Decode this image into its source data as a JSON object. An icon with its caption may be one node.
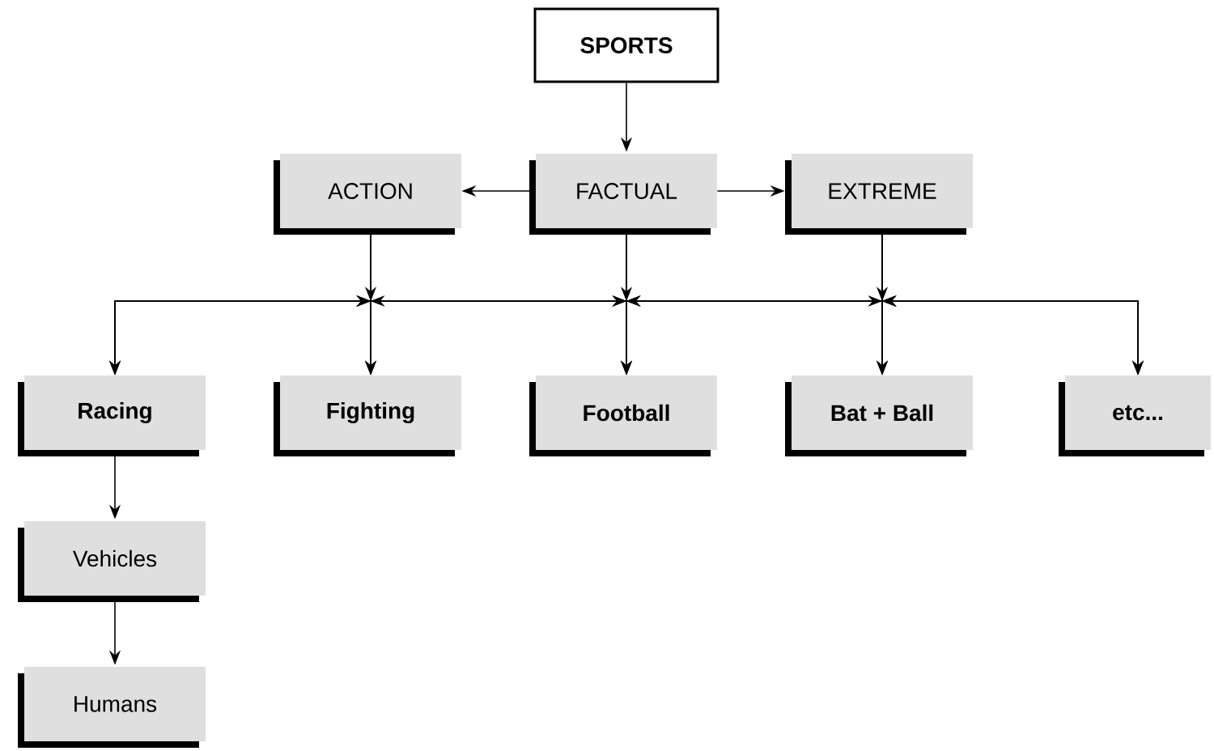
{
  "diagram": {
    "nodes": [
      {
        "text": [
          "SPORTS"
        ]
      },
      {
        "text": [
          "ACTION"
        ]
      },
      {
        "text": [
          "FACTUAL"
        ]
      },
      {
        "text": [
          "EXTREME"
        ]
      },
      {
        "text": [
          "Racing"
        ]
      },
      {
        "text": [
          "Fighting"
        ]
      },
      {
        "text": [
          "Football"
        ]
      },
      {
        "text": [
          "Bat + Ball"
        ]
      },
      {
        "text": [
          "etc..."
        ]
      },
      {
        "text": [
          "Vehicles"
        ]
      },
      {
        "text": [
          "Humans"
        ]
      }
    ],
    "edges": [
      {
        "from": 0,
        "to": 2,
        "arrow": "to"
      },
      {
        "from": 2,
        "to": 1,
        "arrow": "to"
      },
      {
        "from": 2,
        "to": 3,
        "arrow": "to"
      },
      {
        "from": 1,
        "to": 4,
        "arrow": "to"
      },
      {
        "from": 1,
        "to": 5,
        "arrow": "to"
      },
      {
        "from": 1,
        "to": 6,
        "arrow": "to"
      },
      {
        "from": 1,
        "to": 7,
        "arrow": "to"
      },
      {
        "from": 1,
        "to": 8,
        "arrow": "to"
      },
      {
        "from": 2,
        "to": 4,
        "arrow": "to"
      },
      {
        "from": 2,
        "to": 5,
        "arrow": "to"
      },
      {
        "from": 2,
        "to": 6,
        "arrow": "to"
      },
      {
        "from": 2,
        "to": 7,
        "arrow": "to"
      },
      {
        "from": 2,
        "to": 8,
        "arrow": "to"
      },
      {
        "from": 3,
        "to": 4,
        "arrow": "to"
      },
      {
        "from": 3,
        "to": 5,
        "arrow": "to"
      },
      {
        "from": 3,
        "to": 6,
        "arrow": "to"
      },
      {
        "from": 3,
        "to": 7,
        "arrow": "to"
      },
      {
        "from": 3,
        "to": 8,
        "arrow": "to"
      },
      {
        "from": 4,
        "to": 9,
        "arrow": "to"
      },
      {
        "from": 9,
        "to": 10,
        "arrow": "to"
      }
    ]
  }
}
